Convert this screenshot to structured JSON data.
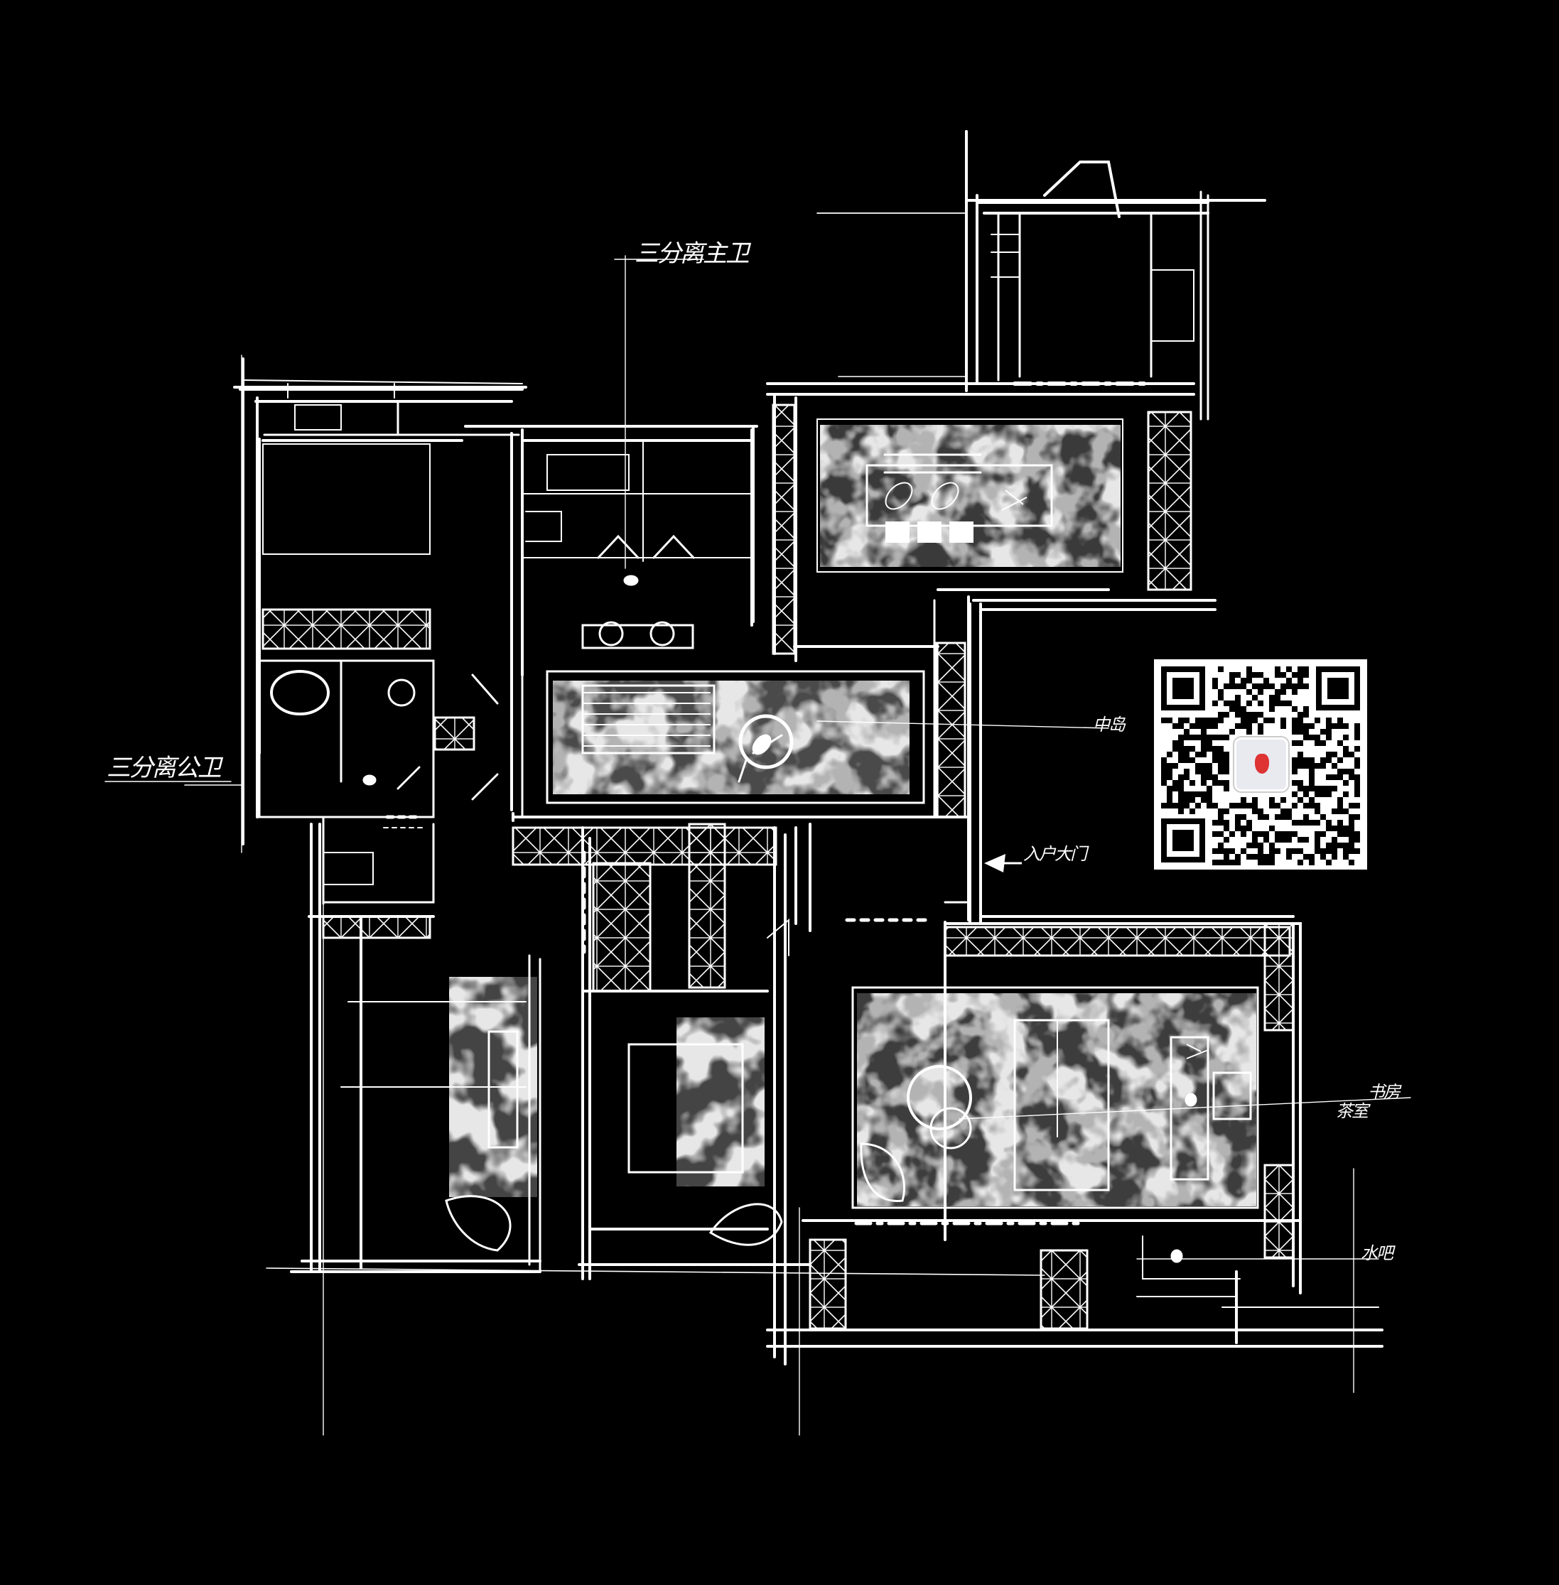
{
  "labels": {
    "top_bath": "三分离主卫",
    "left_bath": "三分离公卫",
    "island": "中岛",
    "entrance": "入户大门",
    "study": "书房",
    "study_sub": "茶室",
    "water_bar": "水吧"
  },
  "colors": {
    "background": "#000000",
    "line": "#ffffff",
    "wash_light": "#cfcfcf",
    "wash_dark": "#6a6a6a"
  },
  "qr_code": {
    "logo_icon": "dancer-icon"
  }
}
